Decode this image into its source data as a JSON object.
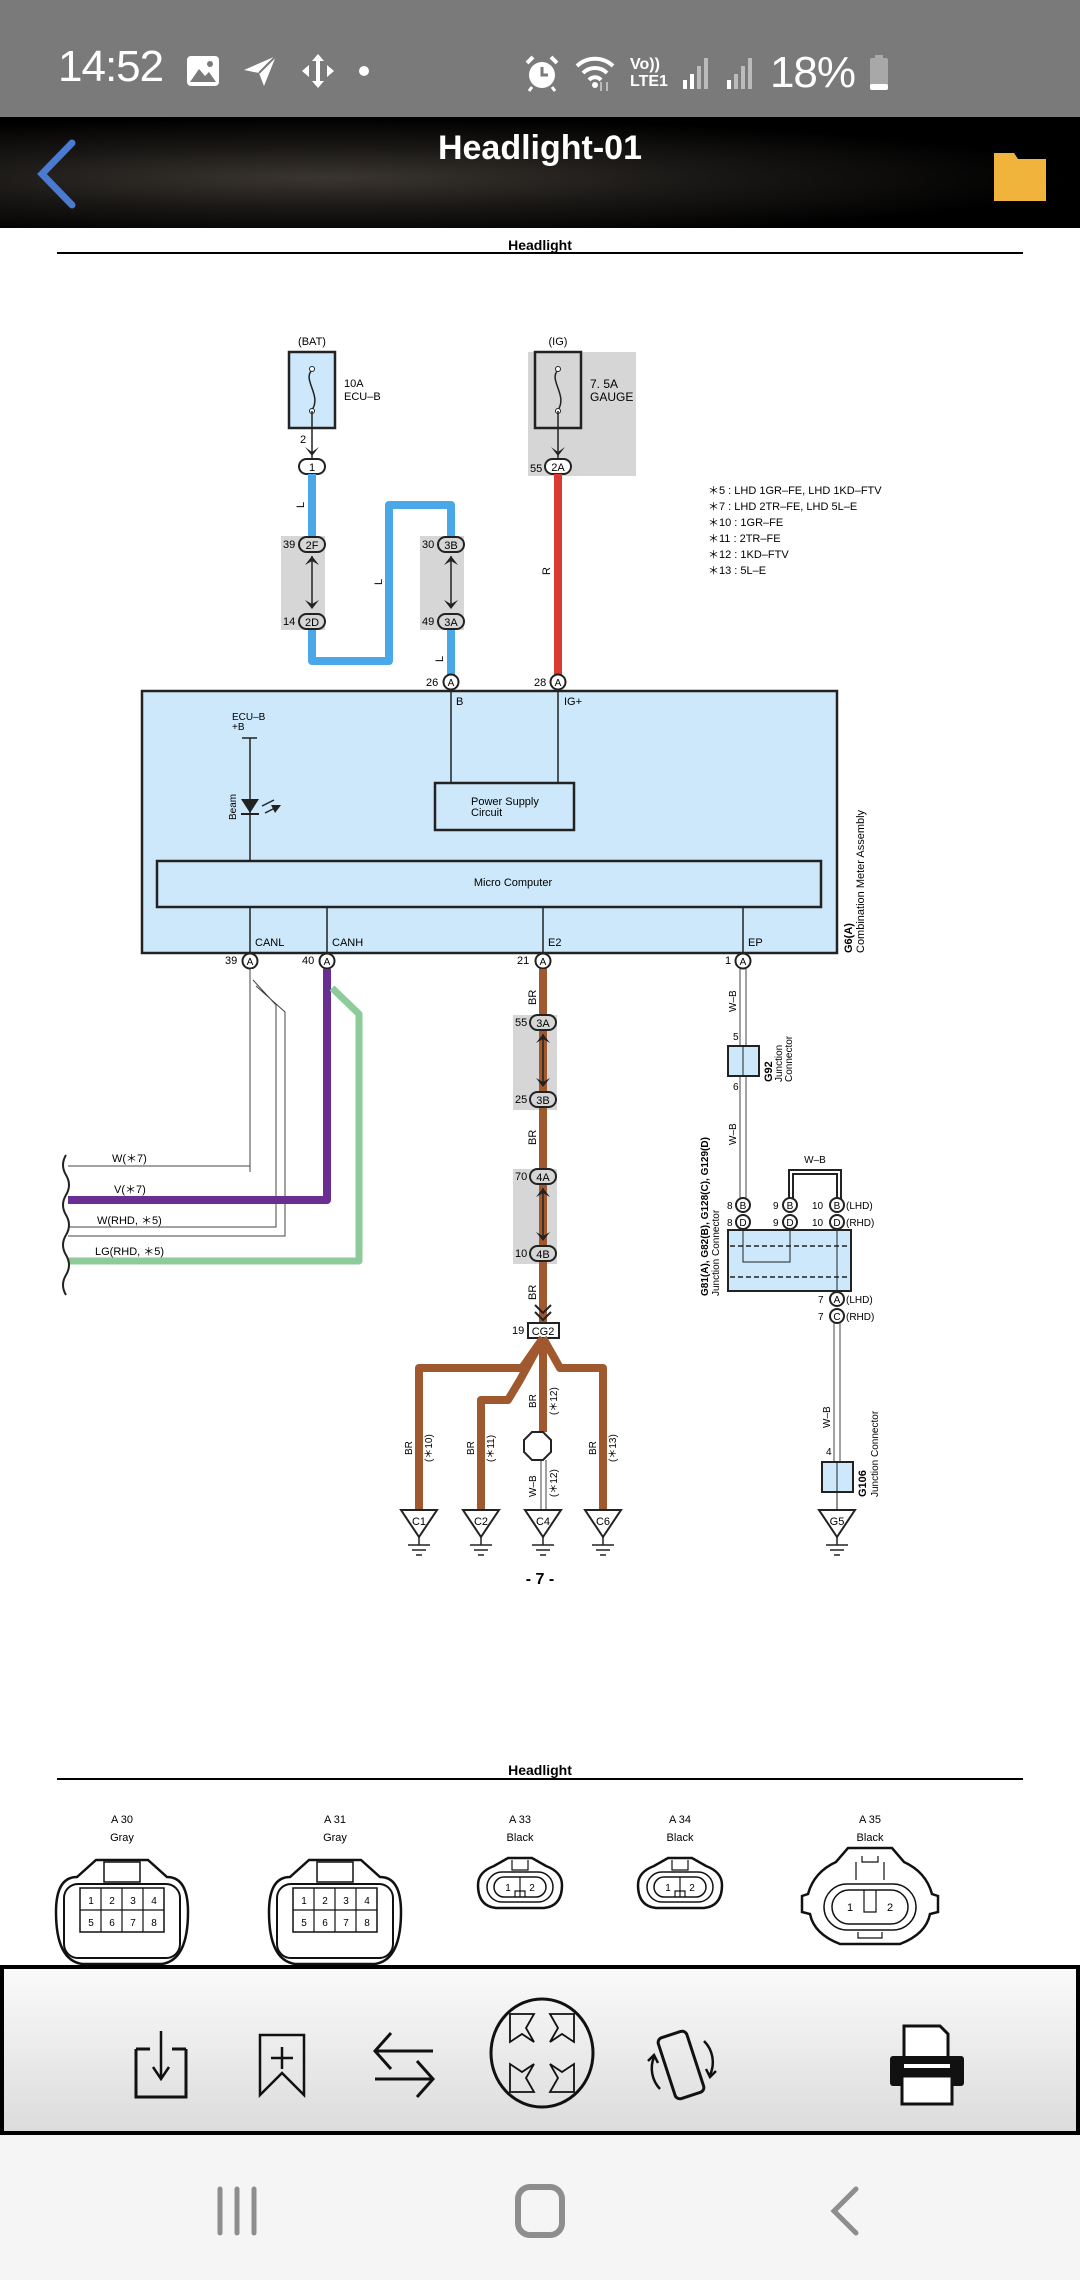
{
  "status_bar": {
    "time": "14:52",
    "left_icons": [
      "gallery-icon",
      "telegram-icon",
      "move-icon",
      "dot-icon"
    ],
    "right_icons": [
      "alarm-icon",
      "wifi-icon",
      "volte-icon",
      "signal-icon",
      "signal-icon"
    ],
    "volte_top": "Vo))",
    "volte_bottom": "LTE1",
    "battery_percent": "18%",
    "battery_level": 0.18
  },
  "app_bar": {
    "title": "Headlight-01",
    "back_icon": "chevron-left-icon",
    "folder_icon": "folder-icon",
    "accent_color": "#4a7bd0",
    "folder_color": "#f0b43c"
  },
  "page1": {
    "header": "Headlight",
    "page_number": "- 7 -",
    "fuses": [
      {
        "source": "(BAT)",
        "rating": "10A",
        "name": "ECU–B",
        "pin": "2",
        "connector": "1"
      },
      {
        "source": "(IG)",
        "rating": "7. 5A",
        "name": "GAUGE",
        "pin": "55",
        "connector": "2A"
      }
    ],
    "notes": [
      "＊5 : LHD 1GR–FE,  LHD 1KD–FTV",
      "＊7 : LHD 2TR–FE,  LHD 5L–E",
      "＊10 : 1GR–FE",
      "＊11 : 2TR–FE",
      "＊12 : 1KD–FTV",
      "＊13 : 5L–E"
    ],
    "blue_path": {
      "wire_label": "L",
      "c1": {
        "pin": "39",
        "id": "2F"
      },
      "c2": {
        "pin": "14",
        "id": "2D"
      },
      "c3": {
        "pin": "30",
        "id": "3B"
      },
      "c4": {
        "pin": "49",
        "id": "3A"
      },
      "end": {
        "pin": "26",
        "id": "A"
      }
    },
    "red_path": {
      "wire_label": "R",
      "end": {
        "pin": "28",
        "id": "A"
      }
    },
    "meter": {
      "id": "G6(A)",
      "name": "Combination Meter Assembly",
      "terminals_top": [
        "B",
        "IG+"
      ],
      "ecu_label_1": "ECU–B",
      "ecu_label_2": "+B",
      "beam_label": "Beam",
      "power_supply_1": "Power Supply",
      "power_supply_2": "Circuit",
      "micro_computer": "Micro Computer",
      "terminals_bottom": [
        {
          "name": "CANL",
          "pin": "39",
          "id": "A"
        },
        {
          "name": "CANH",
          "pin": "40",
          "id": "A"
        },
        {
          "name": "E2",
          "pin": "21",
          "id": "A"
        },
        {
          "name": "EP",
          "pin": "1",
          "id": "A"
        }
      ]
    },
    "can_wires": [
      {
        "label": "W(＊7)",
        "color": "#ffffff"
      },
      {
        "label": "V(＊7)",
        "color": "#6a2d91"
      },
      {
        "label": "W(RHD, ＊5)",
        "color": "#ffffff"
      },
      {
        "label": "LG(RHD, ＊5)",
        "color": "#8ecb9b"
      }
    ],
    "ground_path": {
      "wire_label": "BR",
      "c1": {
        "pin": "55",
        "id": "3A"
      },
      "c2": {
        "pin": "25",
        "id": "3B"
      },
      "c3": {
        "pin": "70",
        "id": "4A"
      },
      "c4": {
        "pin": "10",
        "id": "4B"
      },
      "splice": {
        "pin": "19",
        "id": "CG2"
      },
      "branches": [
        {
          "wire": "BR",
          "note": "(＊10)",
          "ground": "C1"
        },
        {
          "wire": "BR",
          "note": "(＊11)",
          "ground": "C2"
        },
        {
          "wire": "BR",
          "note": "(＊12)",
          "wire2": "W–B",
          "note2": "(＊12)",
          "ground": "C4"
        },
        {
          "wire": "BR",
          "note": "(＊13)",
          "ground": "C6"
        }
      ]
    },
    "ep_path": {
      "wire_label": "W–B",
      "g92": {
        "id": "G92",
        "name_1": "Junction",
        "name_2": "Connector",
        "pin_in": "5",
        "pin_out": "6"
      },
      "jc": {
        "id": "G81(A), G82(B), G128(C), G129(D)",
        "name": "Junction Connector",
        "jumper_label": "W–B",
        "row_b": [
          {
            "pin": "8",
            "id": "B"
          },
          {
            "pin": "9",
            "id": "B"
          },
          {
            "pin": "10",
            "id": "B"
          }
        ],
        "row_d": [
          {
            "pin": "8",
            "id": "D"
          },
          {
            "pin": "9",
            "id": "D"
          },
          {
            "pin": "10",
            "id": "D"
          }
        ],
        "lhd": "(LHD)",
        "rhd": "(RHD)",
        "out_a": {
          "pin": "7",
          "id": "A"
        },
        "out_c": {
          "pin": "7",
          "id": "C"
        }
      },
      "g106": {
        "id": "G106",
        "name": "Junction Connector",
        "pin": "4"
      },
      "ground": "G5"
    },
    "colors": {
      "blue_wire": "#4aa8e8",
      "red_wire": "#d93a33",
      "brown_wire": "#a0582f",
      "meter_fill": "#cce8fa",
      "shade": "#d6d6d6"
    }
  },
  "page2": {
    "header": "Headlight",
    "connectors": [
      {
        "id": "A 30",
        "color": "Gray",
        "pins": [
          "1",
          "2",
          "3",
          "4",
          "5",
          "6",
          "7",
          "8"
        ]
      },
      {
        "id": "A 31",
        "color": "Gray",
        "pins": [
          "1",
          "2",
          "3",
          "4",
          "5",
          "6",
          "7",
          "8"
        ]
      },
      {
        "id": "A 33",
        "color": "Black",
        "pins": [
          "1",
          "2"
        ]
      },
      {
        "id": "A 34",
        "color": "Black",
        "pins": [
          "1",
          "2"
        ]
      },
      {
        "id": "A 35",
        "color": "Black",
        "pins": [
          "1",
          "2"
        ]
      }
    ]
  },
  "toolbar": {
    "buttons": [
      {
        "name": "download-button",
        "icon": "download-icon"
      },
      {
        "name": "bookmark-add-button",
        "icon": "bookmark-plus-icon"
      },
      {
        "name": "swap-button",
        "icon": "swap-arrows-icon"
      },
      {
        "name": "fullscreen-button",
        "icon": "expand-icon"
      },
      {
        "name": "rotate-button",
        "icon": "rotate-screen-icon"
      },
      {
        "name": "print-button",
        "icon": "printer-icon"
      }
    ]
  },
  "nav_bar": {
    "buttons": [
      "recents-icon",
      "home-icon",
      "back-icon"
    ]
  }
}
